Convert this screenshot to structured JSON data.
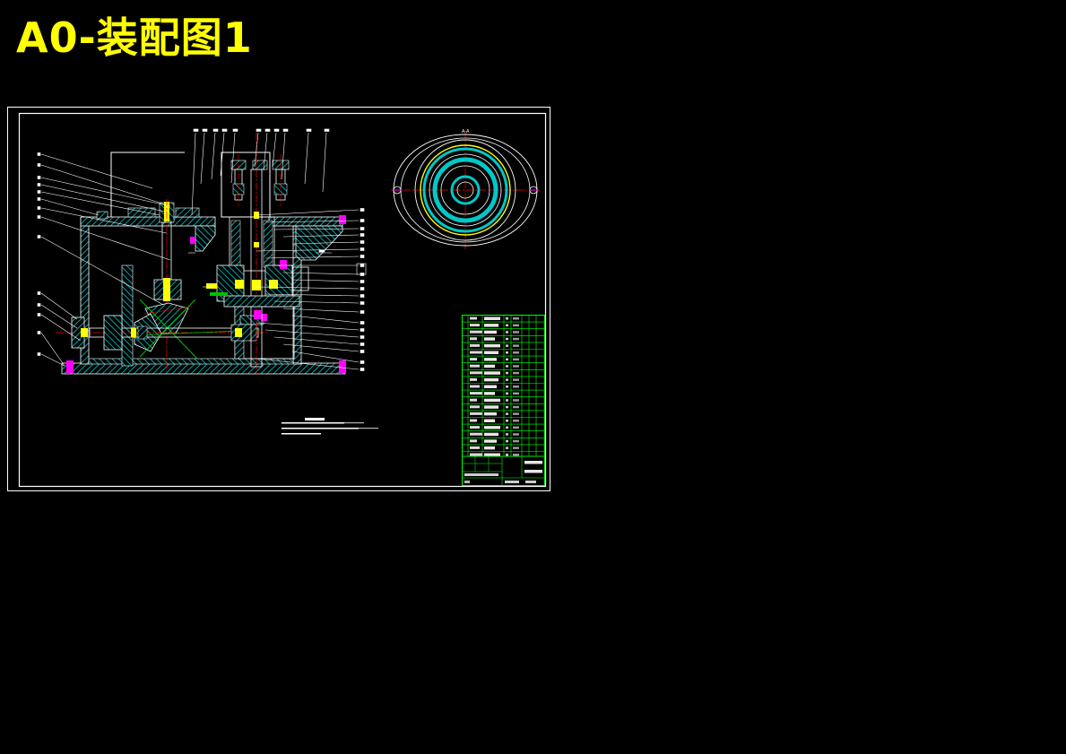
{
  "title": "A0-装配图1",
  "colors": {
    "background": "#000000",
    "title": "#ffff00",
    "frame": "#ffffff",
    "hatch": "#00c8c8",
    "center_line": "#ff0000",
    "bolt": "#ffff00",
    "table": "#00ff00",
    "green_line": "#00c000",
    "magenta": "#ff00ff"
  },
  "icons": {
    "main_view": "front-section-view",
    "top_view": "top-view-circles",
    "parts_list": "parts-list-table",
    "title_block": "title-block"
  }
}
